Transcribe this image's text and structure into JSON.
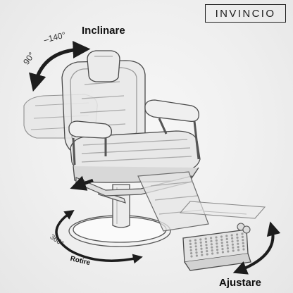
{
  "brand": "INVINCIO",
  "labels": {
    "incline": "Inclinare",
    "angle_min": "90°",
    "angle_max": "–140°",
    "rotation_angle": "360°",
    "rotate": "Rotire",
    "adjust": "Ajustare"
  },
  "colors": {
    "arrow": "#1d1d1d",
    "outline": "#4a4a4a",
    "frame_fill": "#e9e9e9",
    "background": "#efefef"
  }
}
